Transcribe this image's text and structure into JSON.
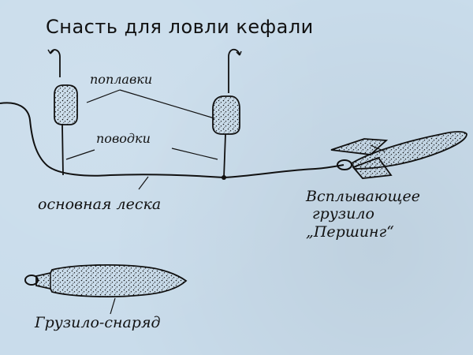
{
  "diagram": {
    "title": "Снасть для ловли кефали",
    "labels": {
      "floats": "поплавки",
      "leaders": "поводки",
      "main_line": "основная леска",
      "sinker_line1": "Всплывающее",
      "sinker_line2": "грузило",
      "sinker_line3": "„Першинг“",
      "shell_sinker": "Грузило-снаряд"
    }
  },
  "colors": {
    "background": "#c9dceb",
    "ink": "#111111"
  }
}
